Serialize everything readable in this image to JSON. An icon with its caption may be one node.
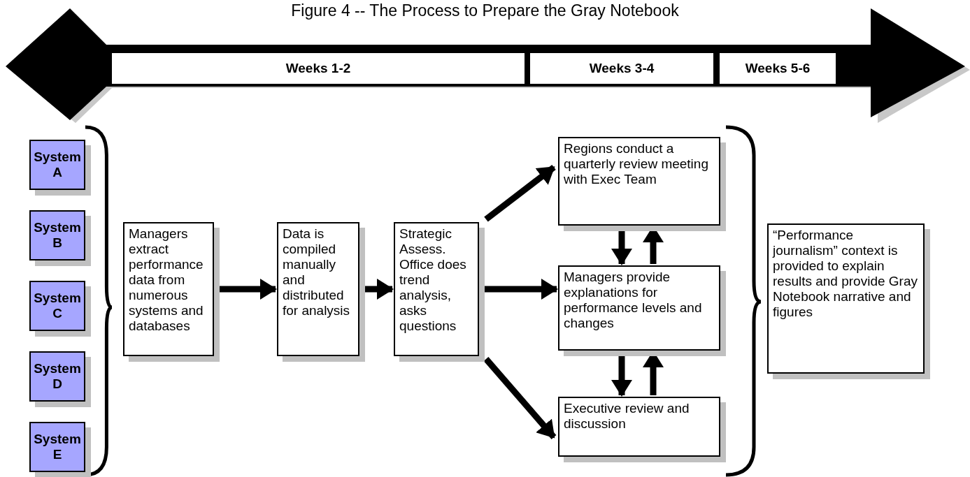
{
  "diagram": {
    "title": "Figure 4 -- The Process to Prepare the Gray Notebook",
    "nodes": [
      {
        "text": [
          "Weeks 1-2"
        ]
      },
      {
        "text": [
          "Weeks 3-4"
        ]
      },
      {
        "text": [
          "Weeks 5-6"
        ]
      },
      {
        "text": [
          "System A"
        ]
      },
      {
        "text": [
          "System B"
        ]
      },
      {
        "text": [
          "System C"
        ]
      },
      {
        "text": [
          "System D"
        ]
      },
      {
        "text": [
          "System E"
        ]
      },
      {
        "text": [
          "Managers extract performance data from numerous systems and databases"
        ]
      },
      {
        "text": [
          "Data is compiled manually and distributed for analysis"
        ]
      },
      {
        "text": [
          "Strategic Assess. Office does trend analysis, asks questions"
        ]
      },
      {
        "text": [
          "Regions conduct a quarterly review meeting with Exec Team"
        ]
      },
      {
        "text": [
          "Managers provide explanations for performance levels and changes"
        ]
      },
      {
        "text": [
          "Executive review and discussion"
        ]
      },
      {
        "text": [
          "“Performance journalism” context is provided to explain results and provide Gray Notebook narrative and figures"
        ]
      }
    ],
    "edges": [
      {
        "from": 8,
        "to": 9,
        "arrow": "to"
      },
      {
        "from": 9,
        "to": 10,
        "arrow": "to"
      },
      {
        "from": 10,
        "to": 11,
        "arrow": "to"
      },
      {
        "from": 10,
        "to": 12,
        "arrow": "to"
      },
      {
        "from": 10,
        "to": 13,
        "arrow": "to"
      },
      {
        "from": 11,
        "to": 12,
        "arrow": "to"
      },
      {
        "from": 12,
        "to": 11,
        "arrow": "to"
      },
      {
        "from": 12,
        "to": 13,
        "arrow": "to"
      },
      {
        "from": 13,
        "to": 12,
        "arrow": "to"
      }
    ]
  }
}
